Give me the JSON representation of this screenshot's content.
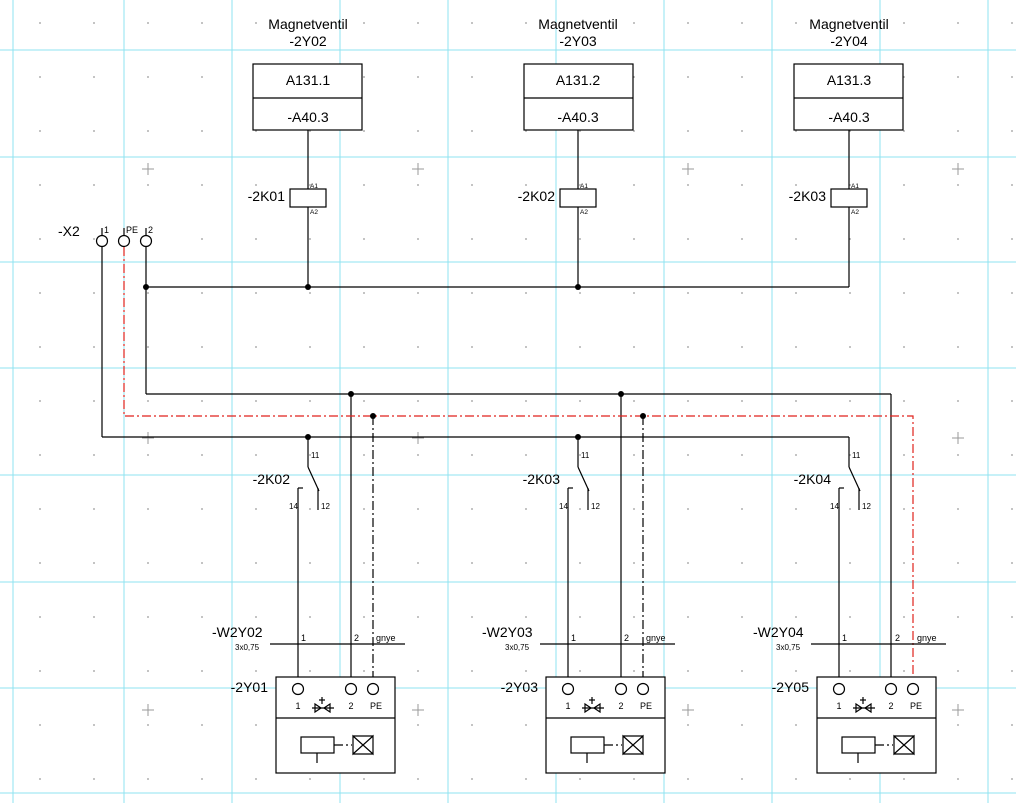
{
  "colors": {
    "grid": "#8fe3f0",
    "pe_wire": "#e0221c",
    "line": "#000000",
    "background": "#ffffff"
  },
  "terminal_strip": {
    "tag": "-X2",
    "pins": [
      "1",
      "PE",
      "2"
    ]
  },
  "valves": [
    {
      "title": "Magnetventil",
      "tag": "-2Y02",
      "address": "A131.1",
      "ref": "-A40.3",
      "relay": "-2K01",
      "coil_top": "A1",
      "coil_bottom": "A2"
    },
    {
      "title": "Magnetventil",
      "tag": "-2Y03",
      "address": "A131.2",
      "ref": "-A40.3",
      "relay": "-2K02",
      "coil_top": "A1",
      "coil_bottom": "A2"
    },
    {
      "title": "Magnetventil",
      "tag": "-2Y04",
      "address": "A131.3",
      "ref": "-A40.3",
      "relay": "-2K03",
      "coil_top": "A1",
      "coil_bottom": "A2"
    }
  ],
  "contacts": [
    {
      "tag": "-2K02",
      "common": "11",
      "no": "14",
      "nc": "12"
    },
    {
      "tag": "-2K03",
      "common": "11",
      "no": "14",
      "nc": "12"
    },
    {
      "tag": "-2K04",
      "common": "11",
      "no": "14",
      "nc": "12"
    }
  ],
  "cables": [
    {
      "tag": "-W2Y02",
      "spec": "3x0,75",
      "cores": [
        "1",
        "2",
        "gnye"
      ]
    },
    {
      "tag": "-W2Y03",
      "spec": "3x0,75",
      "cores": [
        "1",
        "2",
        "gnye"
      ]
    },
    {
      "tag": "-W2Y04",
      "spec": "3x0,75",
      "cores": [
        "1",
        "2",
        "gnye"
      ]
    }
  ],
  "devices": [
    {
      "tag": "-2Y01",
      "pins": [
        "1",
        "2",
        "PE"
      ]
    },
    {
      "tag": "-2Y03",
      "pins": [
        "1",
        "2",
        "PE"
      ]
    },
    {
      "tag": "-2Y05",
      "pins": [
        "1",
        "2",
        "PE"
      ]
    }
  ]
}
